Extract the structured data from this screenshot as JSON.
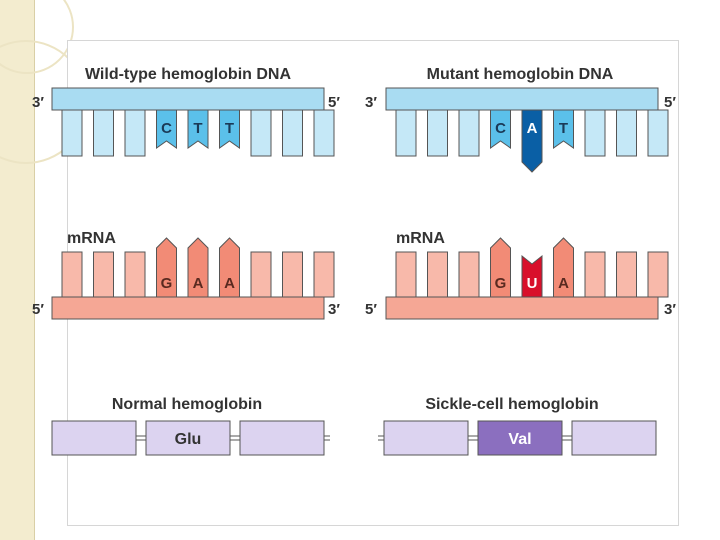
{
  "panels": {
    "wild_type": {
      "dna_title": "Wild-type hemoglobin DNA",
      "dna_end_left": "3′",
      "dna_end_right": "5′",
      "dna_bases": [
        "C",
        "T",
        "T"
      ],
      "mrna_label": "mRNA",
      "mrna_end_left": "5′",
      "mrna_end_right": "3′",
      "mrna_bases": [
        "G",
        "A",
        "A"
      ],
      "protein_title": "Normal hemoglobin",
      "protein_residue": "Glu"
    },
    "mutant": {
      "dna_title": "Mutant hemoglobin DNA",
      "dna_end_left": "3′",
      "dna_end_right": "5′",
      "dna_bases": [
        "C",
        "A",
        "T"
      ],
      "mrna_label": "mRNA",
      "mrna_end_left": "5′",
      "mrna_end_right": "3′",
      "mrna_bases": [
        "G",
        "U",
        "A"
      ],
      "protein_title": "Sickle-cell hemoglobin",
      "protein_residue": "Val"
    }
  },
  "colors": {
    "dna_backbone": "#a9dcf2",
    "dna_tooth": "#c5e8f7",
    "dna_base": "#5bc0ea",
    "dna_mutant_base": "#0a5fa5",
    "rna_backbone": "#f5a795",
    "rna_tooth": "#f8b9aa",
    "rna_base": "#f28b76",
    "rna_mutant_base": "#d8102b",
    "protein": "#dcd3f0",
    "protein_mutant": "#8b6fbf",
    "outline": "#555555"
  }
}
